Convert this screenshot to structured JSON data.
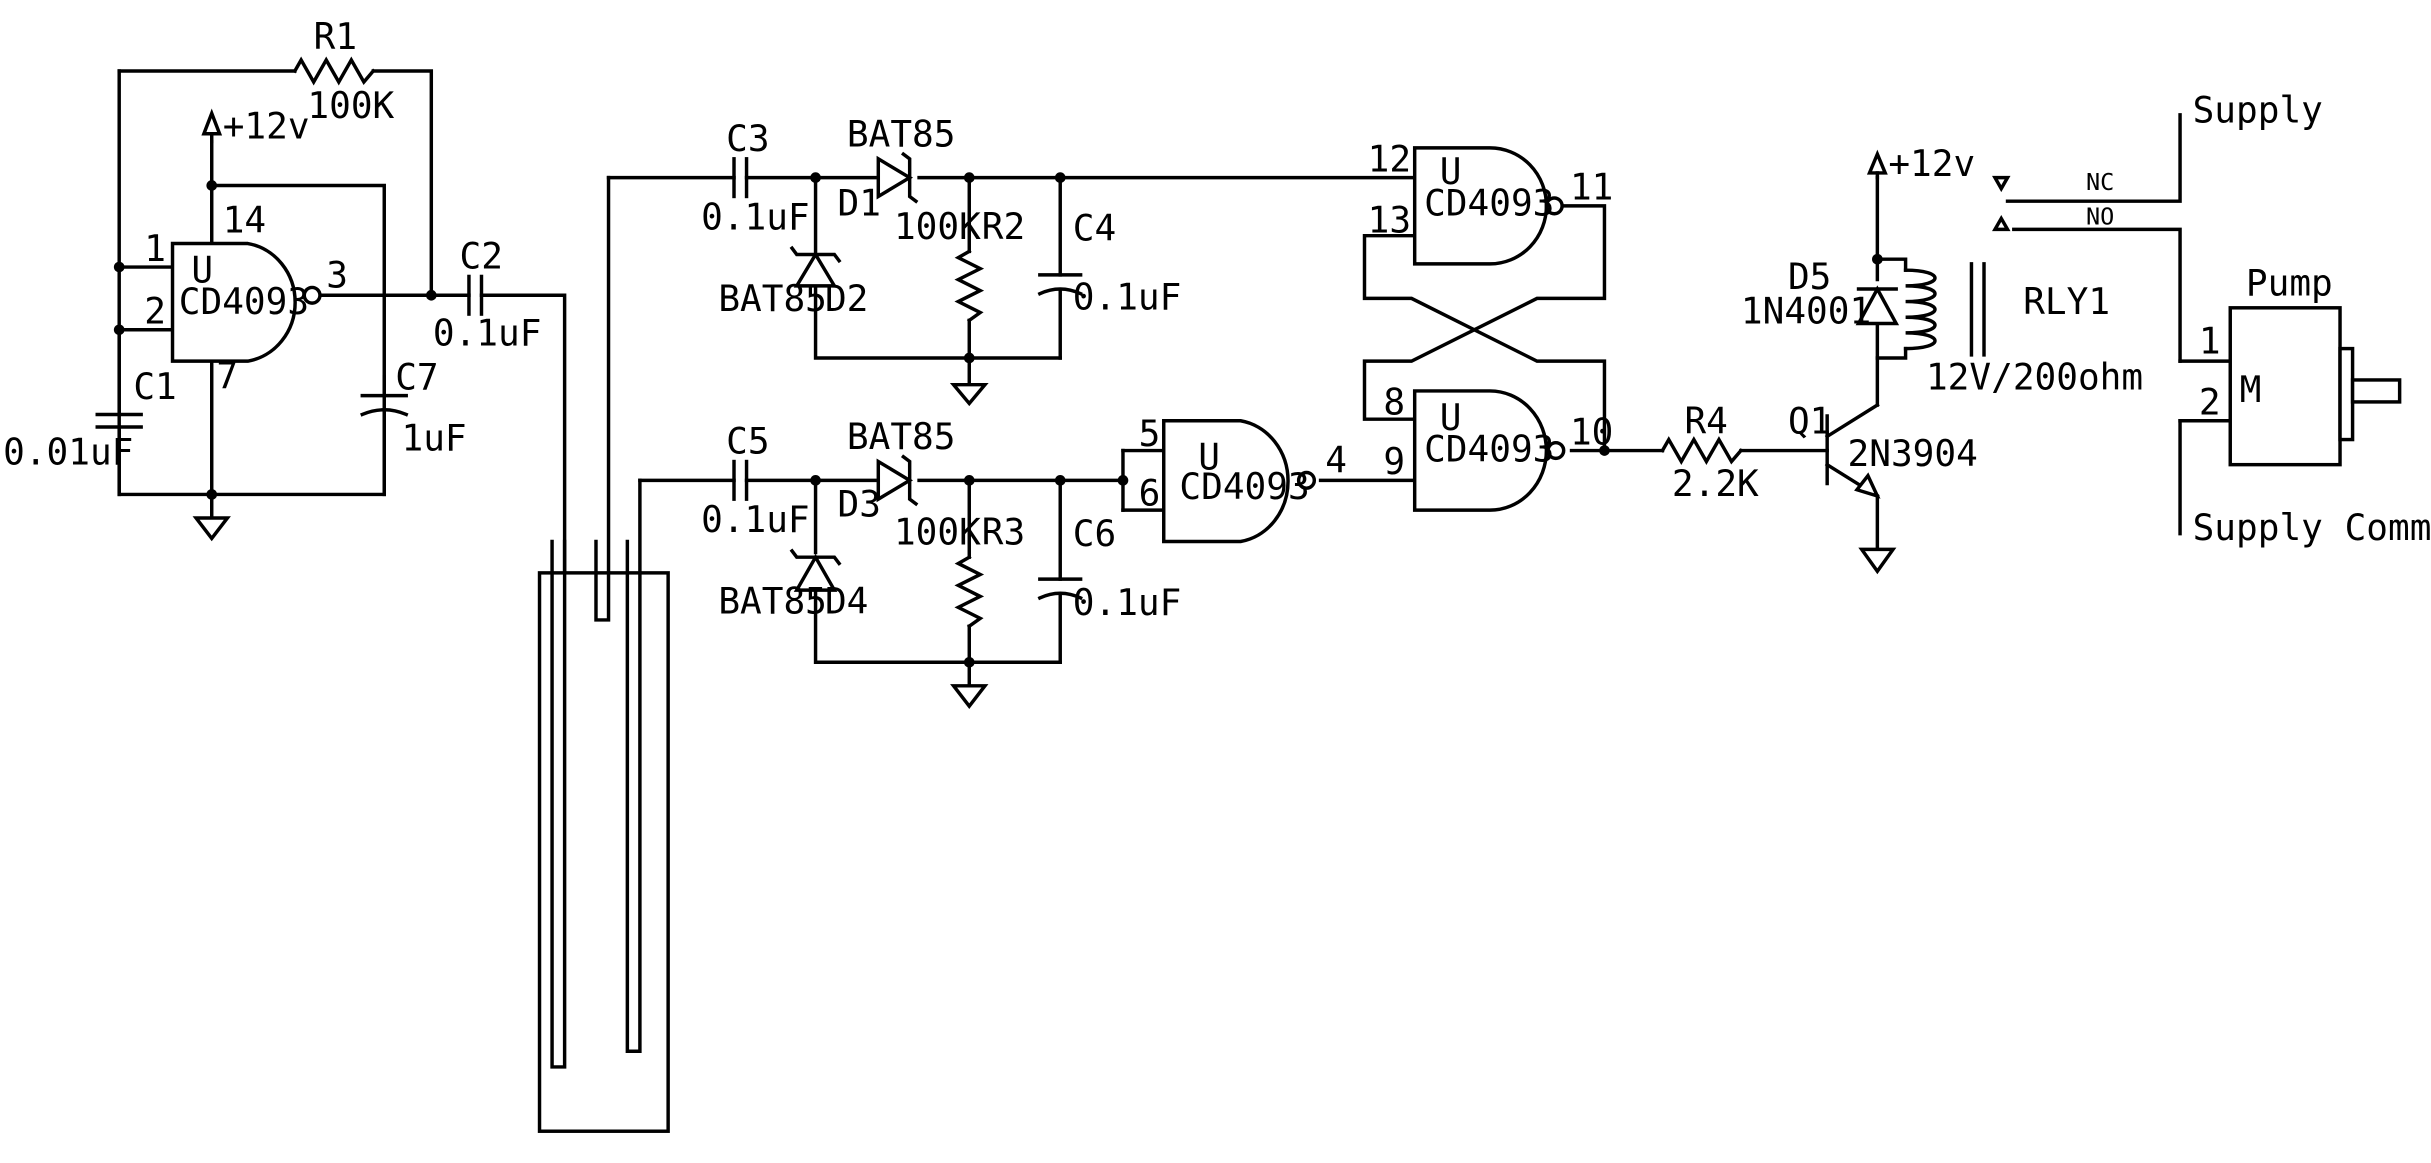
{
  "oscillator": {
    "r1_ref": "R1",
    "r1_value": "100K",
    "vcc": "+12v",
    "gate_u": "U",
    "gate_part": "CD4093",
    "pin_in_a": "1",
    "pin_in_b": "2",
    "pin_out": "3",
    "pin_vdd": "14",
    "pin_gnd": "7",
    "c1_ref": "C1",
    "c1_value": "0.01uF",
    "c7_ref": "C7",
    "c7_value": "1uF",
    "c2_ref": "C2",
    "c2_value": "0.1uF"
  },
  "upper_detector": {
    "c3_ref": "C3",
    "c3_value": "0.1uF",
    "d1_ref": "D1",
    "d1_part": "BAT85",
    "d2_ref": "D2",
    "d2_part": "BAT85",
    "r2_ref": "R2",
    "r2_value": "100K",
    "c4_ref": "C4",
    "c4_value": "0.1uF"
  },
  "lower_detector": {
    "c5_ref": "C5",
    "c5_value": "0.1uF",
    "d3_ref": "D3",
    "d3_part": "BAT85",
    "d4_ref": "D4",
    "d4_part": "BAT85",
    "r3_ref": "R3",
    "r3_value": "100K",
    "c6_ref": "C6",
    "c6_value": "0.1uF"
  },
  "inverter_gate": {
    "gate_u": "U",
    "gate_part": "CD4093",
    "pin_in_a": "5",
    "pin_in_b": "6",
    "pin_out": "4"
  },
  "latch_top": {
    "gate_u": "U",
    "gate_part": "CD4093",
    "pin_in_a": "12",
    "pin_in_b": "13",
    "pin_out": "11"
  },
  "latch_bottom": {
    "gate_u": "U",
    "gate_part": "CD4093",
    "pin_in_a": "8",
    "pin_in_b": "9",
    "pin_out": "10"
  },
  "driver": {
    "r4_ref": "R4",
    "r4_value": "2.2K",
    "q1_ref": "Q1",
    "q1_part": "2N3904",
    "vcc": "+12v",
    "d5_ref": "D5",
    "d5_part": "1N4001",
    "relay_ref": "RLY1",
    "relay_spec": "12V/200ohm",
    "contact_nc": "NC",
    "contact_no": "NO"
  },
  "pump": {
    "title": "Pump",
    "motor_letter": "M",
    "pin1": "1",
    "pin2": "2",
    "supply_label": "Supply",
    "supply_common_label": "Supply Common"
  }
}
